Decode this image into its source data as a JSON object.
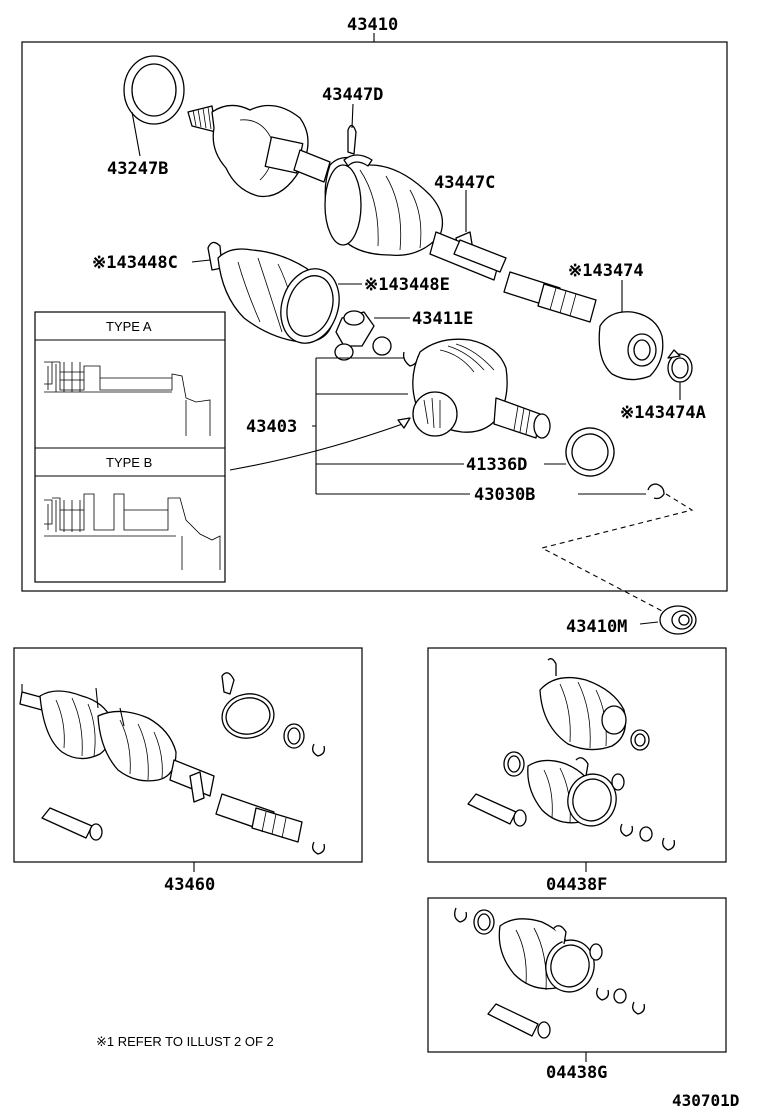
{
  "labels": {
    "assembly_main": "43410",
    "dust_seal": "43247B",
    "outboard_boot_clamp": "43447D",
    "inboard_boot_clamp": "43447C",
    "inboard_boot_small": "※143448C",
    "inboard_boot_large": "※143448E",
    "damper": "※143474",
    "damper_clamp": "※143474A",
    "tripod": "43411E",
    "inboard_joint": "43403",
    "seal_ring": "41336D",
    "snap_ring": "43030B",
    "hub_seal": "43410M",
    "boot_kit_left": "43460",
    "boot_kit_right": "04438F",
    "boot_kit_bottom": "04438G",
    "illustration_id": "430701D"
  },
  "type_boxes": {
    "type_a": "TYPE A",
    "type_b": "TYPE B"
  },
  "note": "※1  REFER TO ILLUST 2 OF 2"
}
